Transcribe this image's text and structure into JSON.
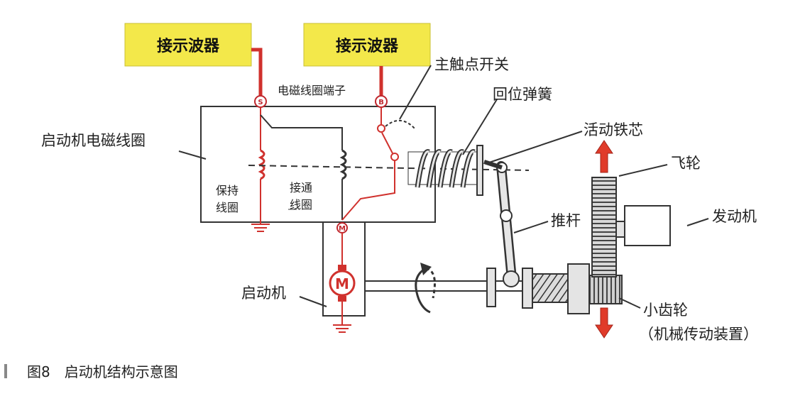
{
  "diagram": {
    "tags": {
      "left": "接示波器",
      "right": "接示波器"
    },
    "labels": {
      "solenoid_terminal": "电磁线圈端子",
      "main_switch": "主触点开关",
      "return_spring": "回位弹簧",
      "moving_core": "活动铁芯",
      "starter_solenoid": "启动机电磁线圈",
      "flywheel": "飞轮",
      "hold_coil_1": "保持",
      "hold_coil_2": "线圈",
      "pull_coil_1": "接通",
      "pull_coil_2": "线圈",
      "engine": "发动机",
      "push_rod": "推杆",
      "starter": "启动机",
      "pinion": "小齿轮",
      "mechanism": "（机械传动装置）"
    },
    "terminals": {
      "s": "S",
      "b": "B",
      "m": "M"
    },
    "motor_symbol": "M",
    "caption": "图8　启动机结构示意图"
  },
  "colors": {
    "wire_red": "#d0312d",
    "tag_yellow": "#f3e84a",
    "arrow_red": "#e03b2a",
    "line_dark": "#333333"
  }
}
